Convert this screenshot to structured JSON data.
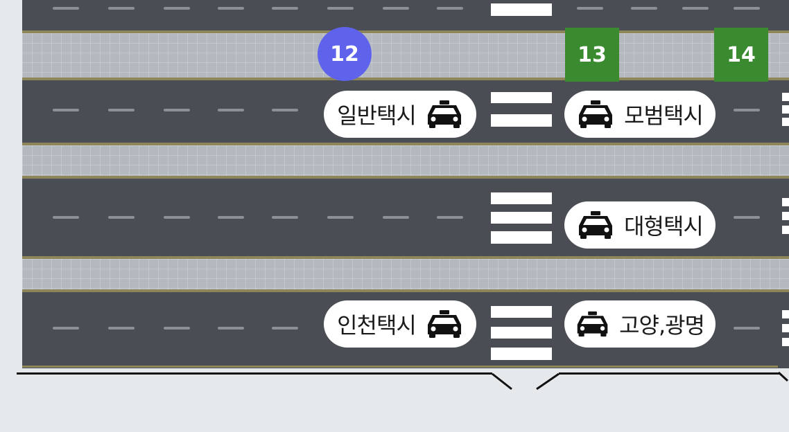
{
  "stops": [
    {
      "number": "12",
      "shape": "circle",
      "color": "#5f63ec"
    },
    {
      "number": "13",
      "shape": "square",
      "color": "#3a8a2f"
    },
    {
      "number": "14",
      "shape": "square",
      "color": "#3a8a2f"
    }
  ],
  "taxi_labels": {
    "general": "일반택시",
    "model": "모범택시",
    "large": "대형택시",
    "incheon": "인천택시",
    "goyang": "고양,광명"
  },
  "icons": {
    "taxi": "taxi-icon"
  },
  "colors": {
    "road": "#4a4d53",
    "median": "#b4b8bf",
    "background": "#e6e9ec",
    "yellow_line": "#8e8558"
  }
}
